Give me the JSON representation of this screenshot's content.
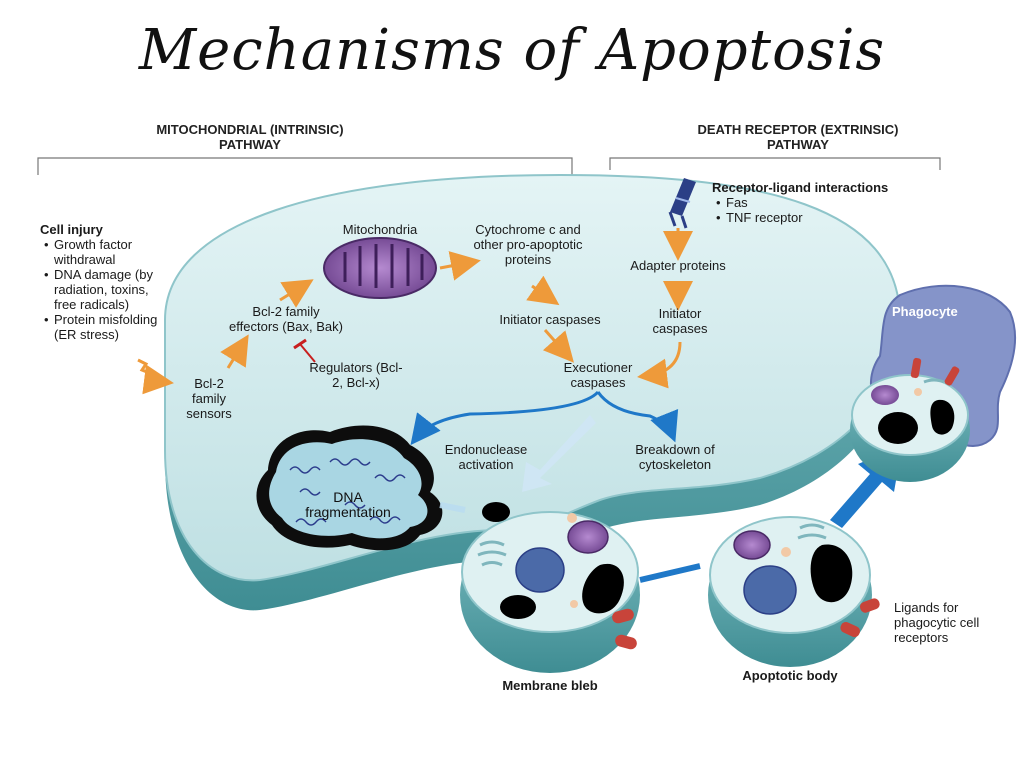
{
  "title": "Mechanisms of Apoptosis",
  "headers": {
    "intrinsic": [
      "MITOCHONDRIAL (INTRINSIC)",
      "PATHWAY"
    ],
    "extrinsic": [
      "DEATH RECEPTOR (EXTRINSIC)",
      "PATHWAY"
    ]
  },
  "cell_injury": {
    "title": "Cell injury",
    "items": [
      "Growth factor withdrawal",
      "DNA damage (by radiation, toxins, free radicals)",
      "Protein misfolding (ER stress)"
    ]
  },
  "receptor_ligand": {
    "title": "Receptor-ligand interactions",
    "items": [
      "Fas",
      "TNF receptor"
    ]
  },
  "labels": {
    "mitochondria": "Mitochondria",
    "cytochrome": "Cytochrome c and other pro-apoptotic proteins",
    "adapter": "Adapter proteins",
    "initiator_caspases_left": "Initiator caspases",
    "initiator_caspases_right": "Initiator caspases",
    "bcl2_effectors": "Bcl-2 family effectors (Bax, Bak)",
    "regulators": "Regulators (Bcl-2, Bcl-x)",
    "bcl2_sensors": "Bcl-2 family sensors",
    "executioner": "Executioner caspases",
    "endonuclease": "Endonuclease activation",
    "breakdown": "Breakdown of cytoskeleton",
    "dna_fragmentation": "DNA fragmentation",
    "membrane_bleb": "Membrane bleb",
    "apoptotic_body": "Apoptotic body",
    "phagocyte": "Phagocyte",
    "ligands": "Ligands for phagocytic cell receptors"
  },
  "colors": {
    "cell_fill": "#cfe9ec",
    "cell_wall": "#5fa7ad",
    "arrow_orange": "#ee9a3a",
    "arrow_blue": "#1f78c8",
    "mito": "#8b5aa8",
    "phagocyte": "#7f8ec6"
  }
}
